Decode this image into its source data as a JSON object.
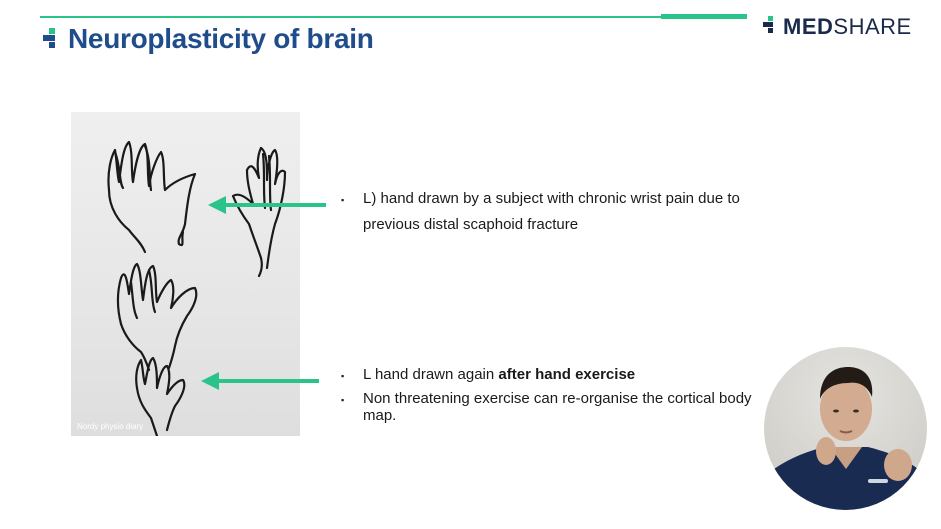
{
  "slide": {
    "title": "Neuroplasticity of brain",
    "logo": {
      "strong": "MED",
      "light": "SHARE"
    },
    "photo_watermark": "Nordy physio diary",
    "bullets": [
      {
        "text": "L) hand drawn by a subject with chronic wrist pain due to previous distal scaphoid fracture"
      },
      {
        "prefix": "L hand drawn again ",
        "bold": "after hand exercise"
      },
      {
        "text": "Non threatening exercise can re-organise the cortical body map."
      }
    ],
    "bullet_marker": "▪"
  },
  "colors": {
    "accent_green": "#2ac48a",
    "title_blue": "#1f4d8c",
    "logo_dark": "#1a2a4a"
  },
  "icons": {
    "title": "plus-icon",
    "logo": "medshare-logo-icon",
    "arrows": "arrow-left-icon"
  }
}
